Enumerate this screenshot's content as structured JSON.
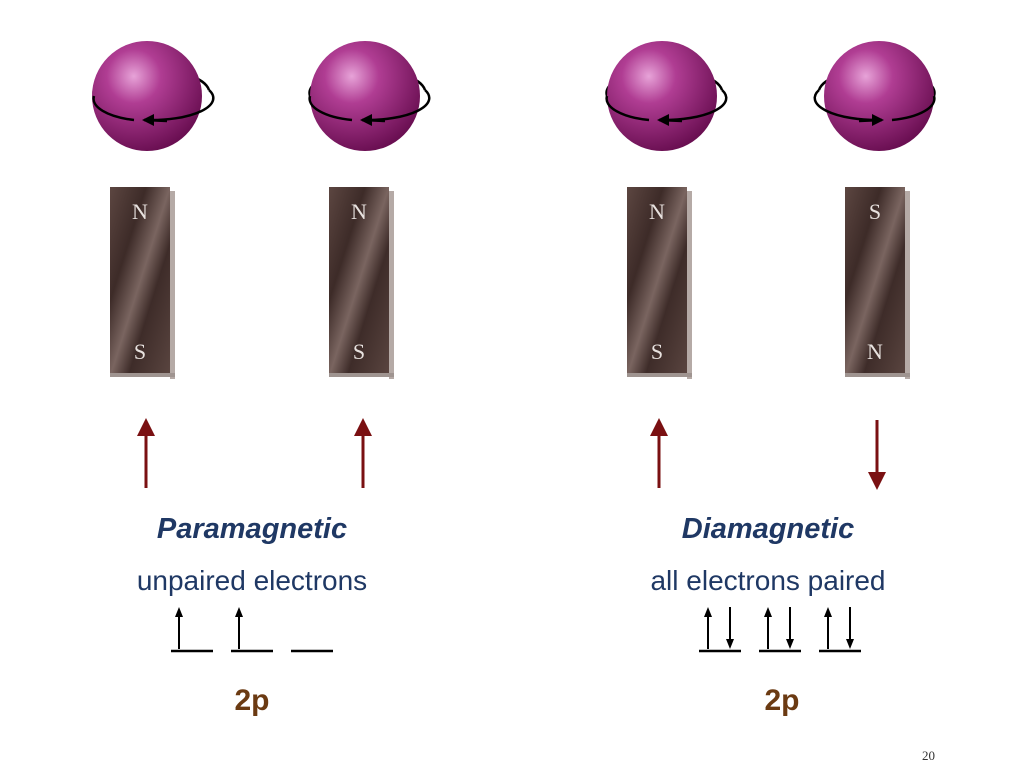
{
  "colors": {
    "electron": "#8a1f6e",
    "magnet": "#4a3632",
    "field_arrow": "#7a1012",
    "heading": "#1f3864",
    "shell_label": "#6b3a12"
  },
  "paramagnetic": {
    "title": "Paramagnetic",
    "subtitle": "unpaired electrons",
    "shell": "2p",
    "magnets": [
      {
        "top": "N",
        "bottom": "S"
      },
      {
        "top": "N",
        "bottom": "S"
      }
    ],
    "field_arrows": [
      "up",
      "up"
    ],
    "spin_directions": [
      "counterclockwise",
      "counterclockwise"
    ],
    "orbitals": [
      [
        "up"
      ],
      [
        "up"
      ],
      []
    ]
  },
  "diamagnetic": {
    "title": "Diamagnetic",
    "subtitle": "all electrons paired",
    "shell": "2p",
    "magnets": [
      {
        "top": "N",
        "bottom": "S"
      },
      {
        "top": "S",
        "bottom": "N"
      }
    ],
    "field_arrows": [
      "up",
      "down"
    ],
    "spin_directions": [
      "counterclockwise",
      "clockwise"
    ],
    "orbitals": [
      [
        "up",
        "down"
      ],
      [
        "up",
        "down"
      ],
      [
        "up",
        "down"
      ]
    ]
  },
  "page_number": "20"
}
